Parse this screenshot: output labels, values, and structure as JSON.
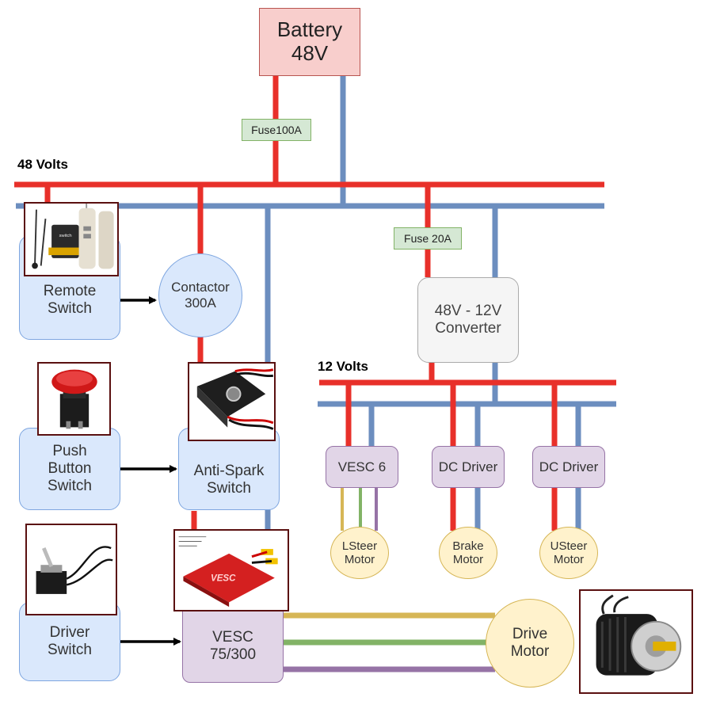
{
  "battery": "Battery\n48V",
  "fuses": {
    "main": "Fuse100A",
    "converter": "Fuse 20A"
  },
  "bus_labels": {
    "high": "48 Volts",
    "low": "12 Volts"
  },
  "nodes": {
    "remote_switch": "Remote\nSwitch",
    "contactor": "Contactor\n300A",
    "converter": "48V - 12V\nConverter",
    "push_button_switch": "Push\nButton\nSwitch",
    "anti_spark_switch": "Anti-Spark\nSwitch",
    "driver_switch": "Driver\nSwitch",
    "vesc_main": "VESC\n75/300",
    "drive_motor": "Drive\nMotor",
    "vesc6": "VESC 6",
    "dc_driver_1": "DC Driver",
    "dc_driver_2": "DC Driver",
    "lsteer_motor": "LSteer\nMotor",
    "brake_motor": "Brake\nMotor",
    "usteer_motor": "USteer\nMotor"
  },
  "photos": {
    "remote": "switch",
    "vesc_board_caption": "VESC"
  },
  "colors": {
    "positive": "#e8302a",
    "negative": "#6c8ebf",
    "phase_a": "#d6b656",
    "phase_b": "#82b366",
    "phase_c": "#9673a6",
    "signal": "#000000"
  }
}
